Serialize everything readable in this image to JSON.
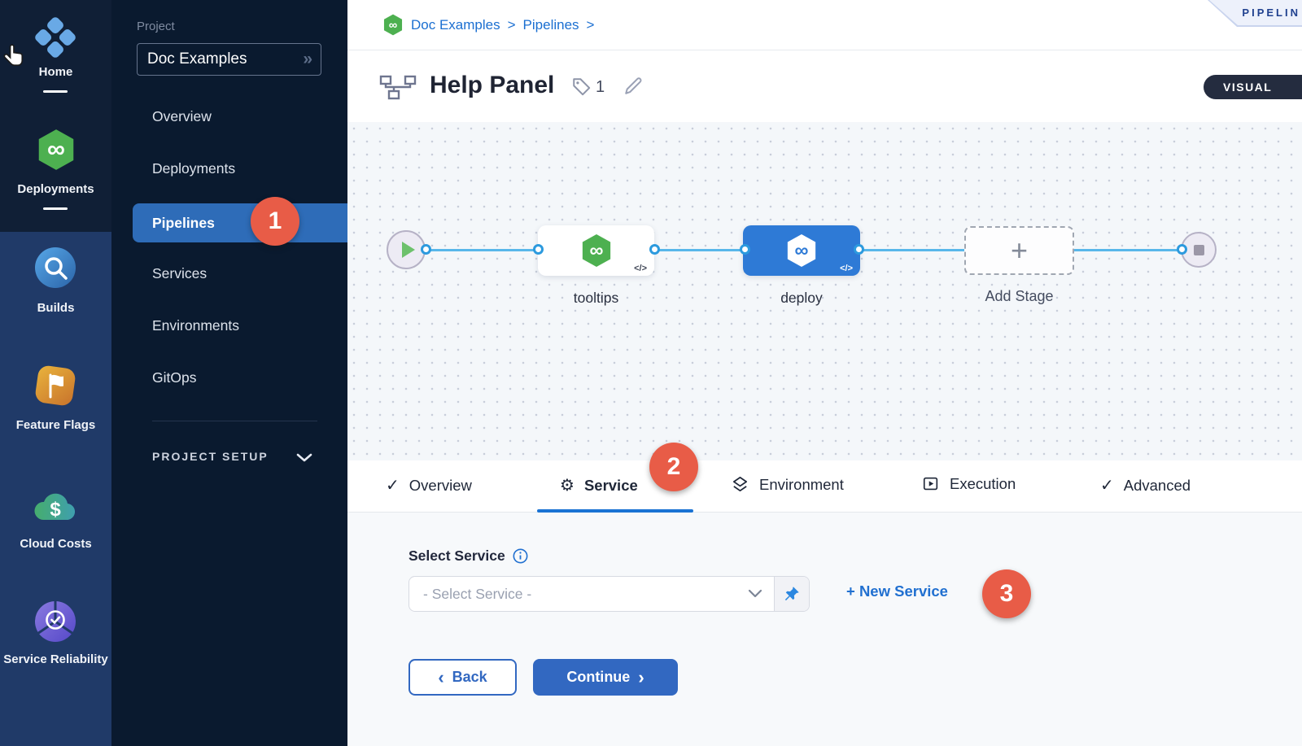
{
  "module_rail": {
    "items": [
      {
        "label": "Home"
      },
      {
        "label": "Deployments"
      },
      {
        "label": "Builds"
      },
      {
        "label": "Feature Flags"
      },
      {
        "label": "Cloud Costs"
      },
      {
        "label": "Service Reliability"
      }
    ]
  },
  "project_nav": {
    "section_label": "Project",
    "project_name": "Doc Examples",
    "items": [
      "Overview",
      "Deployments",
      "Pipelines",
      "Services",
      "Environments",
      "GitOps"
    ],
    "active_item": "Pipelines",
    "pipelines_badge": "1",
    "setup_label": "PROJECT SETUP"
  },
  "header": {
    "breadcrumb": {
      "project": "Doc Examples",
      "section": "Pipelines"
    },
    "ribbon_label": "PIPELIN",
    "title": "Help Panel",
    "tag_count": "1",
    "view_toggle": "VISUAL"
  },
  "canvas": {
    "stages": [
      {
        "name": "tooltips"
      },
      {
        "name": "deploy"
      }
    ],
    "add_stage_label": "Add Stage"
  },
  "tabs": {
    "overview": "Overview",
    "service": "Service",
    "service_badge": "2",
    "environment": "Environment",
    "execution": "Execution",
    "advanced": "Advanced"
  },
  "service_form": {
    "label": "Select Service",
    "placeholder": "- Select Service -",
    "new_service": "+ New Service",
    "badge": "3",
    "back": "Back",
    "continue": "Continue"
  },
  "glyphs": {
    "breadcrumb_sep": ">",
    "double_chevron": "»",
    "infinity": "∞",
    "code": "</>",
    "plus": "+",
    "gear": "⚙",
    "check": "✓",
    "back_chevron": "‹",
    "continue_chevron": "›",
    "dollar": "$"
  },
  "colors": {
    "active_nav_blue": "#2e6cb8",
    "link_blue": "#1b6fd1",
    "badge_red": "#e85c47",
    "harness_green": "#4db050",
    "deploy_blue": "#2e7ad6",
    "connector_blue": "#58b7ea"
  }
}
